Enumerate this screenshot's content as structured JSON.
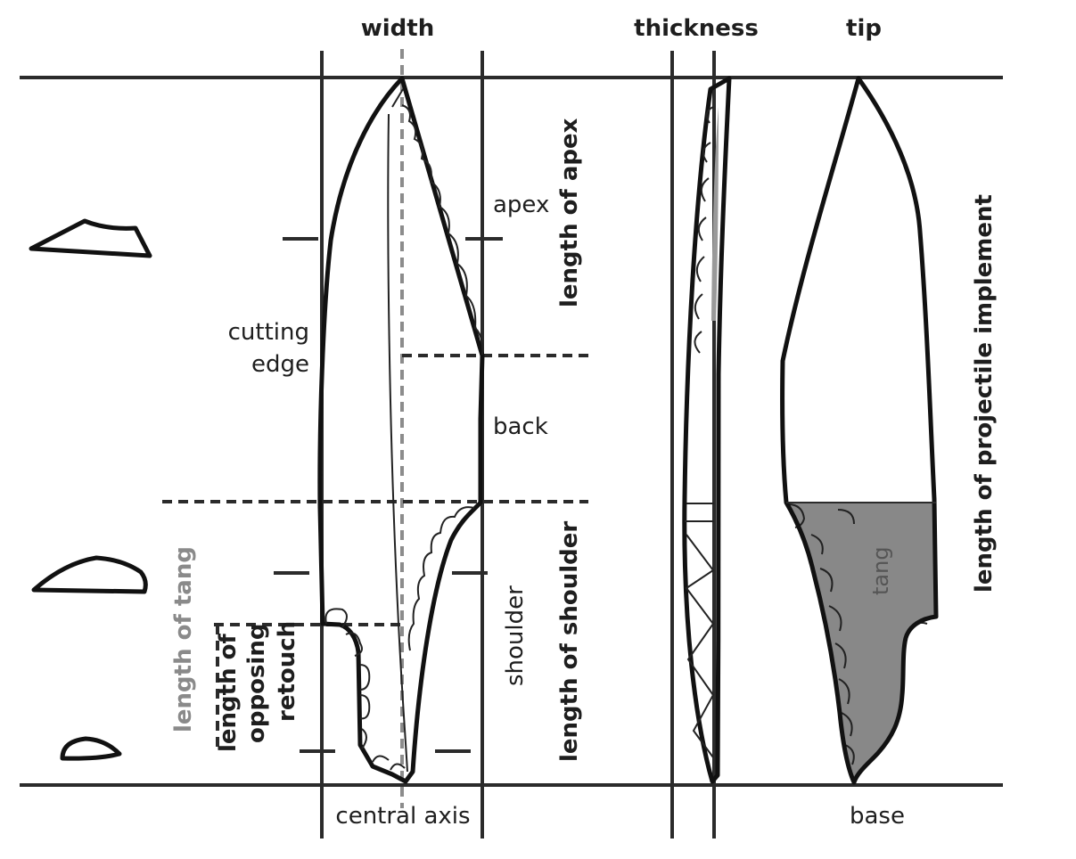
{
  "labels": {
    "width": "width",
    "thickness": "thickness",
    "tip": "tip",
    "apex": "apex",
    "length_of_apex": "length of apex",
    "cutting": "cutting",
    "edge": "edge",
    "back": "back",
    "length_of_tang": "length of tang",
    "length_of_1": "length of",
    "opposing": "opposing",
    "retouch": "retouch",
    "shoulder": "shoulder",
    "length_of_shoulder": "length of shoulder",
    "tang": "tang",
    "length_of_projectile_implement": "length of projectile implement",
    "central_axis": "central axis",
    "base": "base"
  },
  "colors": {
    "line": "#2b2b2b",
    "central_axis": "#8c8c8c",
    "tang_fill": "#888888",
    "gray_label": "#8a8a8a"
  }
}
